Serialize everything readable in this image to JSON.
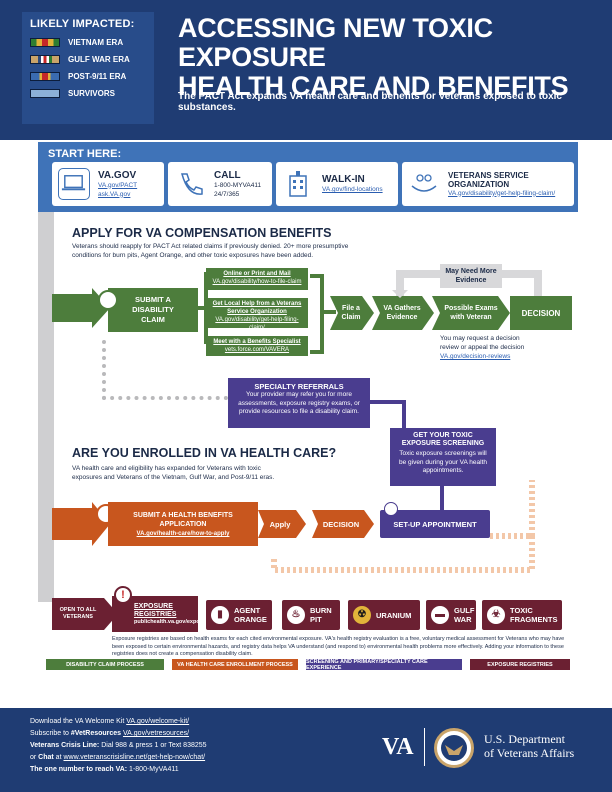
{
  "header": {
    "impacted_title": "LIKELY IMPACTED:",
    "groups": [
      {
        "label": "VIETNAM ERA",
        "ribbon": "#e2b43a"
      },
      {
        "label": "GULF WAR ERA",
        "ribbon": "#c9a46a"
      },
      {
        "label": "POST-9/11 ERA",
        "ribbon": "#3a6bb0"
      },
      {
        "label": "SURVIVORS",
        "ribbon": "#8cb0d8"
      }
    ],
    "title_line1": "ACCESSING NEW TOXIC EXPOSURE",
    "title_line2": "HEALTH CARE AND BENEFITS",
    "subtitle": "The PACT Act expands VA health care and benefits for Veterans exposed to toxic substances."
  },
  "start": {
    "label": "START HERE:",
    "options": [
      {
        "title": "VA.GOV",
        "line1": "VA.gov/PACT",
        "line2": "ask.VA.gov",
        "icon": "laptop-icon"
      },
      {
        "title": "CALL",
        "line1": "1-800-MYVA411",
        "line2": "24/7/365",
        "icon": "phone-icon"
      },
      {
        "title": "WALK-IN",
        "line1": "VA.gov/find-locations",
        "icon": "building-icon"
      },
      {
        "title": "VETERANS SERVICE",
        "title2": "ORGANIZATION",
        "line1": "VA.gov/disability/get-help-filing-claim/",
        "icon": "hands-icon"
      }
    ]
  },
  "compensation": {
    "title": "APPLY FOR VA COMPENSATION BENEFITS",
    "text1": "Veterans should reapply for PACT Act related claims if previously denied. 20+ more presumptive",
    "text2": "conditions for burn pits, Agent Orange, and other toxic exposures have been added.",
    "submit": "SUBMIT A DISABILITY CLAIM",
    "methods": [
      {
        "title": "Online or Print and Mail",
        "link": "VA.gov/disability/how-to-file-claim"
      },
      {
        "title": "Get Local Help from a Veterans Service Organization",
        "link": "VA.gov/disability/get-help-filing-claim/"
      },
      {
        "title": "Meet with a Benefits Specialist",
        "link": "vets.force.com/VAVERA"
      }
    ],
    "file": "File a Claim",
    "gathers": "VA Gathers Evidence",
    "exams": "Possible Exams with Veteran",
    "decision": "DECISION",
    "more_evidence": "May Need More Evidence",
    "review_text1": "You may request a decision",
    "review_text2": "review or appeal the decision",
    "review_link": "VA.gov/decision-reviews"
  },
  "referrals": {
    "title": "SPECIALTY REFERRALS",
    "text": "Your provider may refer you for more assessments, exposure registry exams, or provide resources to file a disability claim."
  },
  "screening": {
    "title": "GET YOUR TOXIC EXPOSURE SCREENING",
    "text": "Toxic exposure screenings will be given during your VA health appointments."
  },
  "healthcare": {
    "title": "ARE YOU ENROLLED IN VA HEALTH CARE?",
    "text1": "VA health care and eligibility has expanded for Veterans with toxic",
    "text2": "exposures and Veterans of the Vietnam, Gulf War, and Post-9/11 eras.",
    "submit": "SUBMIT A HEALTH BENEFITS APPLICATION",
    "submit_link": "VA.gov/health-care/how-to-apply",
    "apply": "Apply",
    "decision": "DECISION",
    "appointment": "SET-UP APPOINTMENT"
  },
  "registries": {
    "open": "OPEN TO ALL VETERANS",
    "title": "EXPOSURE REGISTRIES",
    "link": "publichealth.va.gov/exposures",
    "items": [
      {
        "label": "AGENT ORANGE",
        "icon": "barrel-icon"
      },
      {
        "label": "BURN PIT",
        "icon": "fire-icon"
      },
      {
        "label": "URANIUM",
        "icon": "radiation-icon"
      },
      {
        "label": "GULF WAR",
        "icon": "tank-icon"
      },
      {
        "label": "TOXIC FRAGMENTS",
        "icon": "biohazard-icon"
      }
    ],
    "note": "Exposure registries are based on health exams for each cited environmental exposure. VA's health registry evaluation is a free, voluntary medical assessment for Veterans who may have been exposed to certain environmental hazards, and registry data helps VA understand (and respond to) environmental health problems more effectively. Adding your information to these registries does not create a compensation disability claim."
  },
  "legend": [
    {
      "label": "DISABILITY CLAIM PROCESS",
      "color": "#4d7d3c"
    },
    {
      "label": "VA HEALTH CARE ENROLLMENT PROCESS",
      "color": "#c8561e"
    },
    {
      "label": "SCREENING AND PRIMARY/SPECIALTY CARE EXPERIENCE",
      "color": "#4a3d8f"
    },
    {
      "label": "EXPOSURE REGISTRIES",
      "color": "#6b2032"
    }
  ],
  "footer": {
    "l1_a": "Download the VA Welcome Kit ",
    "l1_link": "VA.gov/welcome-kit/",
    "l2_a": "Subscribe to ",
    "l2_b": "#VetResources",
    "l2_link": "VA.gov/vetresources/",
    "l3_a": "Veterans Crisis Line: ",
    "l3_b": " Dial 988 & press 1 or Text 838255",
    "l4_a": "or ",
    "l4_b": "Chat",
    "l4_c": " at ",
    "l4_link": "www.veteranscrisisline.net/get-help-now/chat/",
    "l5_a": "The one number to reach VA:",
    "l5_b": " 1-800-MyVA411",
    "va_logo": "VA",
    "dept1": "U.S. Department",
    "dept2": "of Veterans Affairs"
  }
}
